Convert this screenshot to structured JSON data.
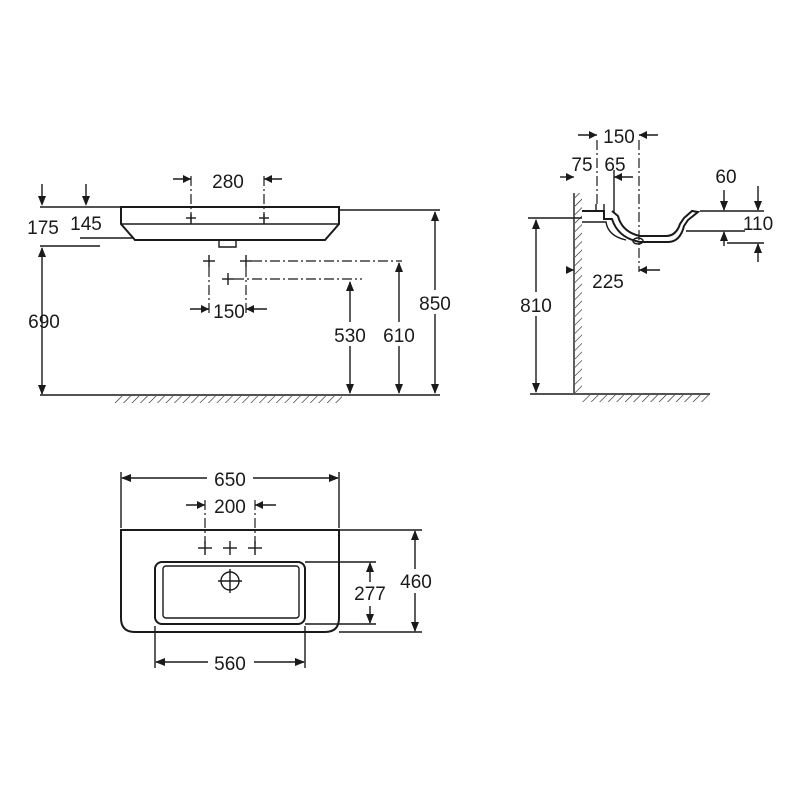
{
  "colors": {
    "ink": "#1a1a1a",
    "background": "#ffffff"
  },
  "front_view": {
    "dim_280": "280",
    "dim_175": "175",
    "dim_145": "145",
    "dim_690": "690",
    "dim_150": "150",
    "dim_530": "530",
    "dim_610": "610",
    "dim_850": "850"
  },
  "side_view": {
    "dim_150": "150",
    "dim_75": "75",
    "dim_65": "65",
    "dim_60": "60",
    "dim_110": "110",
    "dim_810": "810",
    "dim_225": "225"
  },
  "top_view": {
    "dim_650": "650",
    "dim_200": "200",
    "dim_460": "460",
    "dim_277": "277",
    "dim_560": "560"
  }
}
